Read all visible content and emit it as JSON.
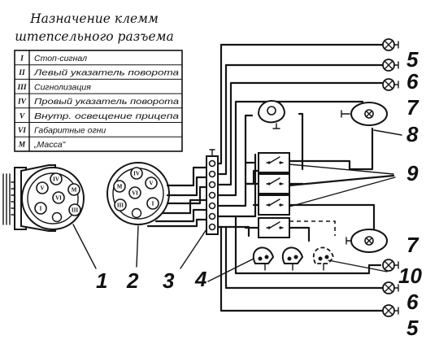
{
  "title": [
    "Назначение клемм",
    "штепсельного разъема"
  ],
  "legend": [
    {
      "num": "I",
      "text": "Стоп-сигнал"
    },
    {
      "num": "II",
      "text": "Левый указатель поворота"
    },
    {
      "num": "III",
      "text": "Сигнолизация"
    },
    {
      "num": "IV",
      "text": "Провый указатель поворота"
    },
    {
      "num": "V",
      "text": "Внутр. освещение прицепа"
    },
    {
      "num": "VI",
      "text": "Габаритные огни"
    },
    {
      "num": "M",
      "text": "„Масса\""
    }
  ],
  "connector_pins": [
    "IV",
    "V",
    "VI",
    "M",
    "I",
    "III"
  ],
  "callouts": [
    "1",
    "2",
    "3",
    "4",
    "5",
    "6",
    "7",
    "8",
    "9",
    "10",
    "7",
    "6",
    "5"
  ]
}
